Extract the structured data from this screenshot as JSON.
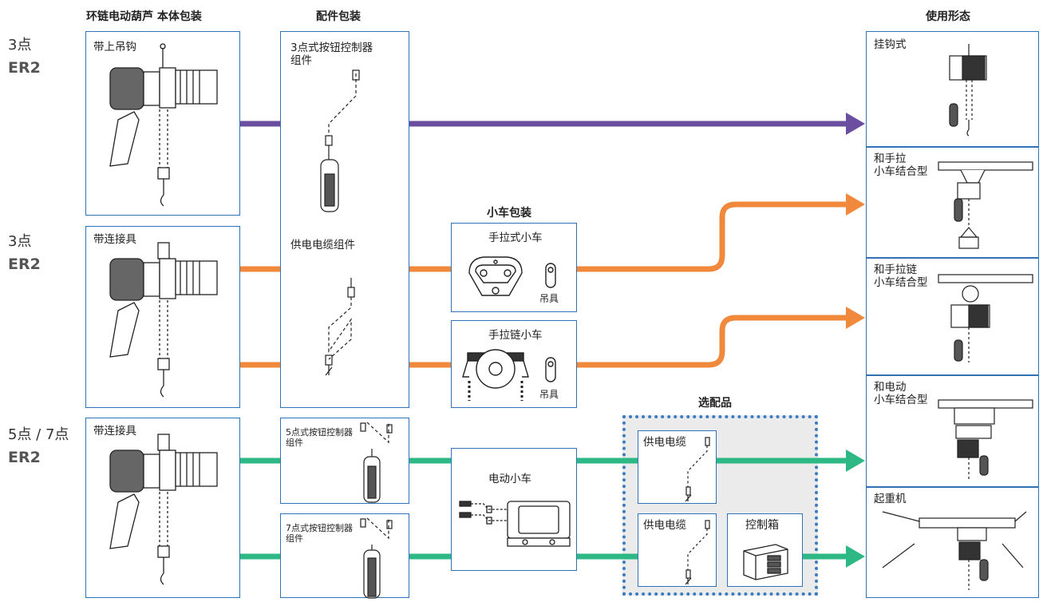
{
  "headers": {
    "hoist_body": "环链电动葫芦 本体包装",
    "accessory": "配件包装",
    "trolley": "小车包装",
    "options": "选配品",
    "usage": "使用形态"
  },
  "rows": [
    {
      "points": "3点",
      "model": "ER2"
    },
    {
      "points": "3点",
      "model": "ER2"
    },
    {
      "points": "5点 / 7点",
      "model": "ER2"
    }
  ],
  "hoists": [
    {
      "label": "带上吊钩"
    },
    {
      "label": "带连接具"
    },
    {
      "label": "带连接具"
    }
  ],
  "accessories": {
    "top_box": {
      "label_1": "3点式按钮控制器\n组件",
      "label_2": "供电电缆组件"
    },
    "pendant_5": "5点式按钮控制器\n组件",
    "pendant_7": "7点式按钮控制器\n组件"
  },
  "trolleys": {
    "push": {
      "label": "手拉式小车",
      "fitting": "吊具"
    },
    "geared": {
      "label": "手拉链小车",
      "fitting": "吊具"
    },
    "electric": {
      "label": "电动小车"
    }
  },
  "options": {
    "cable_1": "供电电缆",
    "cable_2": "供电电缆",
    "control_box": "控制箱"
  },
  "usages": [
    {
      "label": "挂钩式"
    },
    {
      "label": "和手拉\n小车结合型"
    },
    {
      "label": "和手拉链\n小车结合型"
    },
    {
      "label": "和电动\n小车结合型"
    },
    {
      "label": "起重机"
    }
  ],
  "colors": {
    "purple": "#6b4ea0",
    "orange": "#f0893c",
    "green": "#2db885",
    "box_border": "#2f72b8",
    "option_bg": "#ebebeb",
    "option_dots": "#3a7cc4"
  }
}
